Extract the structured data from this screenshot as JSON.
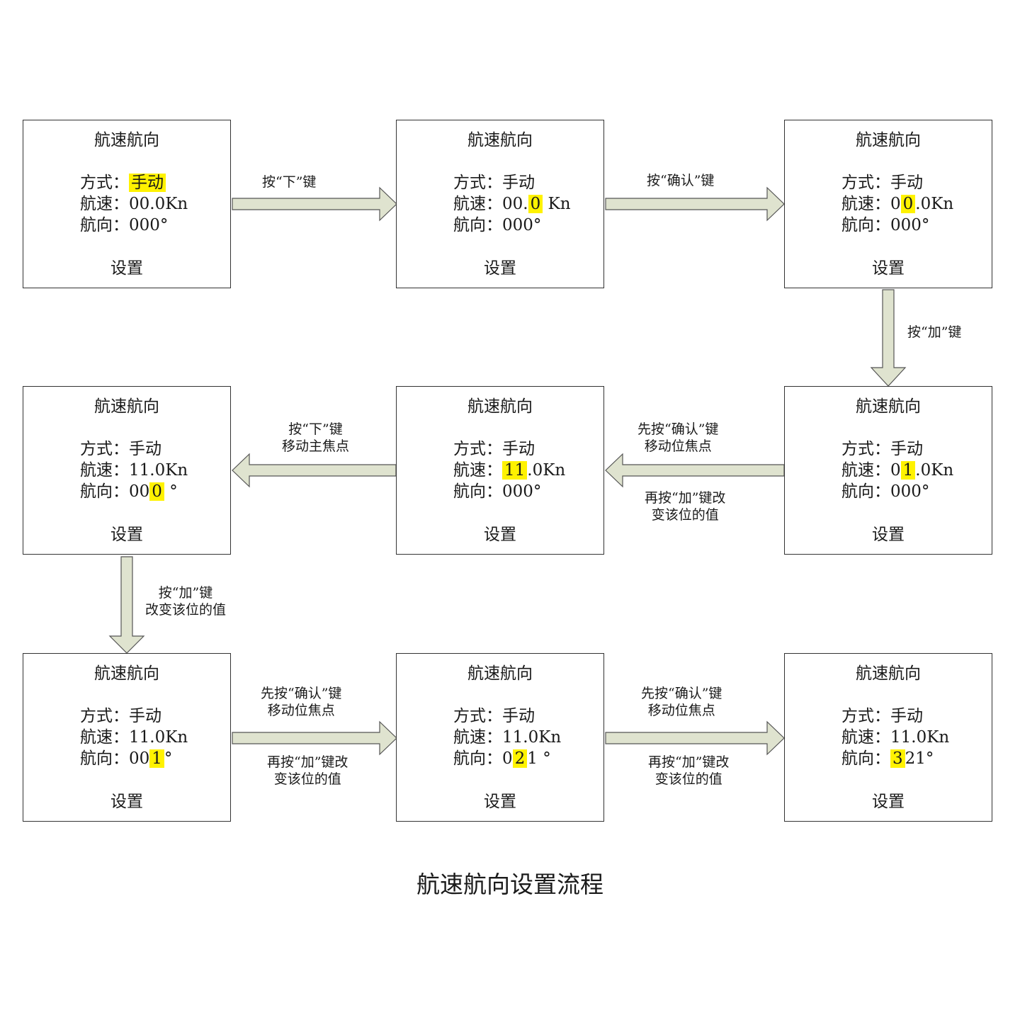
{
  "panel_title": "航速航向",
  "panel_footer": "设置",
  "panels": [
    {
      "mode_label": "方式：",
      "mode_value": "手动",
      "speed_label": "航速：",
      "speed_parts": [
        "00.0Kn"
      ],
      "heading_label": "航向：",
      "heading_parts": [
        "000°"
      ]
    },
    {
      "mode_label": "方式：",
      "mode_value": "手动",
      "speed_label": "航速：",
      "speed_parts": [
        "00.",
        "0",
        " Kn"
      ],
      "heading_label": "航向：",
      "heading_parts": [
        "000°"
      ]
    },
    {
      "mode_label": "方式：",
      "mode_value": "手动",
      "speed_label": "航速：",
      "speed_parts": [
        "0",
        "0",
        ".0Kn"
      ],
      "heading_label": "航向：",
      "heading_parts": [
        "000°"
      ]
    },
    {
      "mode_label": "方式：",
      "mode_value": "手动",
      "speed_label": "航速：",
      "speed_parts": [
        "0",
        "1",
        ".0Kn"
      ],
      "heading_label": "航向：",
      "heading_parts": [
        "000°"
      ]
    },
    {
      "mode_label": "方式：",
      "mode_value": "手动",
      "speed_label": "航速：",
      "speed_parts": [
        "",
        "11",
        ".0Kn"
      ],
      "heading_label": "航向：",
      "heading_parts": [
        "000°"
      ]
    },
    {
      "mode_label": "方式：",
      "mode_value": "手动",
      "speed_label": "航速：",
      "speed_parts": [
        "11.0Kn"
      ],
      "heading_label": "航向：",
      "heading_parts": [
        "00",
        "0",
        " °"
      ]
    },
    {
      "mode_label": "方式：",
      "mode_value": "手动",
      "speed_label": "航速：",
      "speed_parts": [
        "11.0Kn"
      ],
      "heading_label": "航向：",
      "heading_parts": [
        "00",
        "1",
        "°"
      ]
    },
    {
      "mode_label": "方式：",
      "mode_value": "手动",
      "speed_label": "航速：",
      "speed_parts": [
        "11.0Kn"
      ],
      "heading_label": "航向：",
      "heading_parts": [
        "0",
        "2",
        "1 °"
      ]
    },
    {
      "mode_label": "方式：",
      "mode_value": "手动",
      "speed_label": "航速：",
      "speed_parts": [
        "11.0Kn"
      ],
      "heading_label": "航向：",
      "heading_parts": [
        "",
        "3",
        "21°"
      ]
    }
  ],
  "arrows": [
    {
      "from": 0,
      "to": 1,
      "label_above": "按“下”键",
      "label_below": ""
    },
    {
      "from": 1,
      "to": 2,
      "label_above": "按“确认”键",
      "label_below": ""
    },
    {
      "from": 2,
      "to": 3,
      "label_side": "按“加”键"
    },
    {
      "from": 3,
      "to": 4,
      "label_above": "先按“确认”键\n移动位焦点",
      "label_below": "再按“加”键改\n变该位的值"
    },
    {
      "from": 4,
      "to": 5,
      "label_above": "按“下”键\n移动主焦点",
      "label_below": ""
    },
    {
      "from": 5,
      "to": 6,
      "label_side": "按“加”键\n改变该位的值"
    },
    {
      "from": 6,
      "to": 7,
      "label_above": "先按“确认”键\n移动位焦点",
      "label_below": "再按“加”键改\n变该位的值"
    },
    {
      "from": 7,
      "to": 8,
      "label_above": "先按“确认”键\n移动位焦点",
      "label_below": "再按“加”键改\n变该位的值"
    }
  ],
  "caption": "航速航向设置流程",
  "highlight_color": "#fff200",
  "arrow_fill": "#dfe3cf"
}
